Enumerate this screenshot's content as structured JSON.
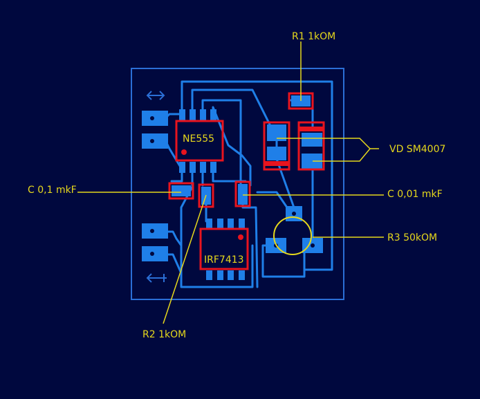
{
  "colors": {
    "background": "#00083e",
    "copper": "#1f7fe8",
    "component_outline": "#e8141e",
    "silkscreen": "#e6d81c",
    "board_outline": "#2b6fd6"
  },
  "components": {
    "ic1": {
      "label": "NE555"
    },
    "ic2": {
      "label": "IRF7413"
    }
  },
  "callouts": {
    "r1": "R1 1kOM",
    "vd": "VD SM4007",
    "c1": "C 0,1 mkF",
    "c2": "C 0,01 mkF",
    "r3": "R3 50kOM",
    "r2": "R2 1kOM"
  },
  "connector_icons": {
    "top": "arrow-right-left-icon",
    "bottom": "arrow-left-right-icon"
  }
}
